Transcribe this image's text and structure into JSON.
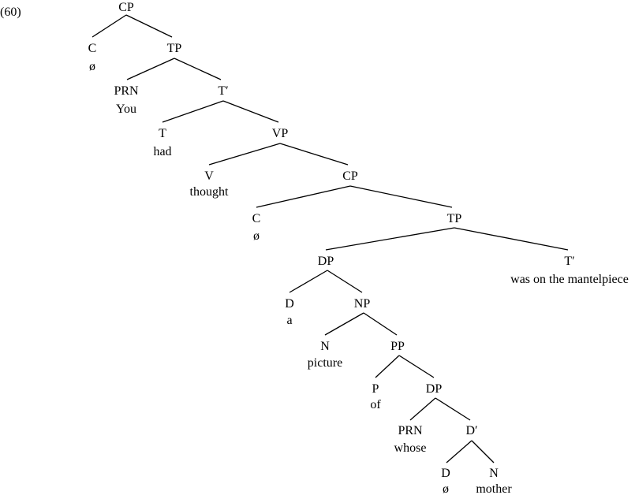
{
  "example_number": "(60)",
  "nodes": {
    "cp1": "CP",
    "c1": "C",
    "c1_word": "ø",
    "tp1": "TP",
    "prn1": "PRN",
    "prn1_word": "You",
    "tbar1": "T′",
    "t1": "T",
    "t1_word": "had",
    "vp": "VP",
    "v": "V",
    "v_word": "thought",
    "cp2": "CP",
    "c2": "C",
    "c2_word": "ø",
    "tp2": "TP",
    "dp1": "DP",
    "tbar2": "T′",
    "tbar2_word": "was on the mantelpiece",
    "d1": "D",
    "d1_word": "a",
    "np": "NP",
    "n1": "N",
    "n1_word": "picture",
    "pp": "PP",
    "p": "P",
    "p_word": "of",
    "dp2": "DP",
    "prn2": "PRN",
    "prn2_word": "whose",
    "dbar": "D′",
    "d2": "D",
    "d2_word": "ø",
    "n2": "N",
    "n2_word": "mother"
  }
}
